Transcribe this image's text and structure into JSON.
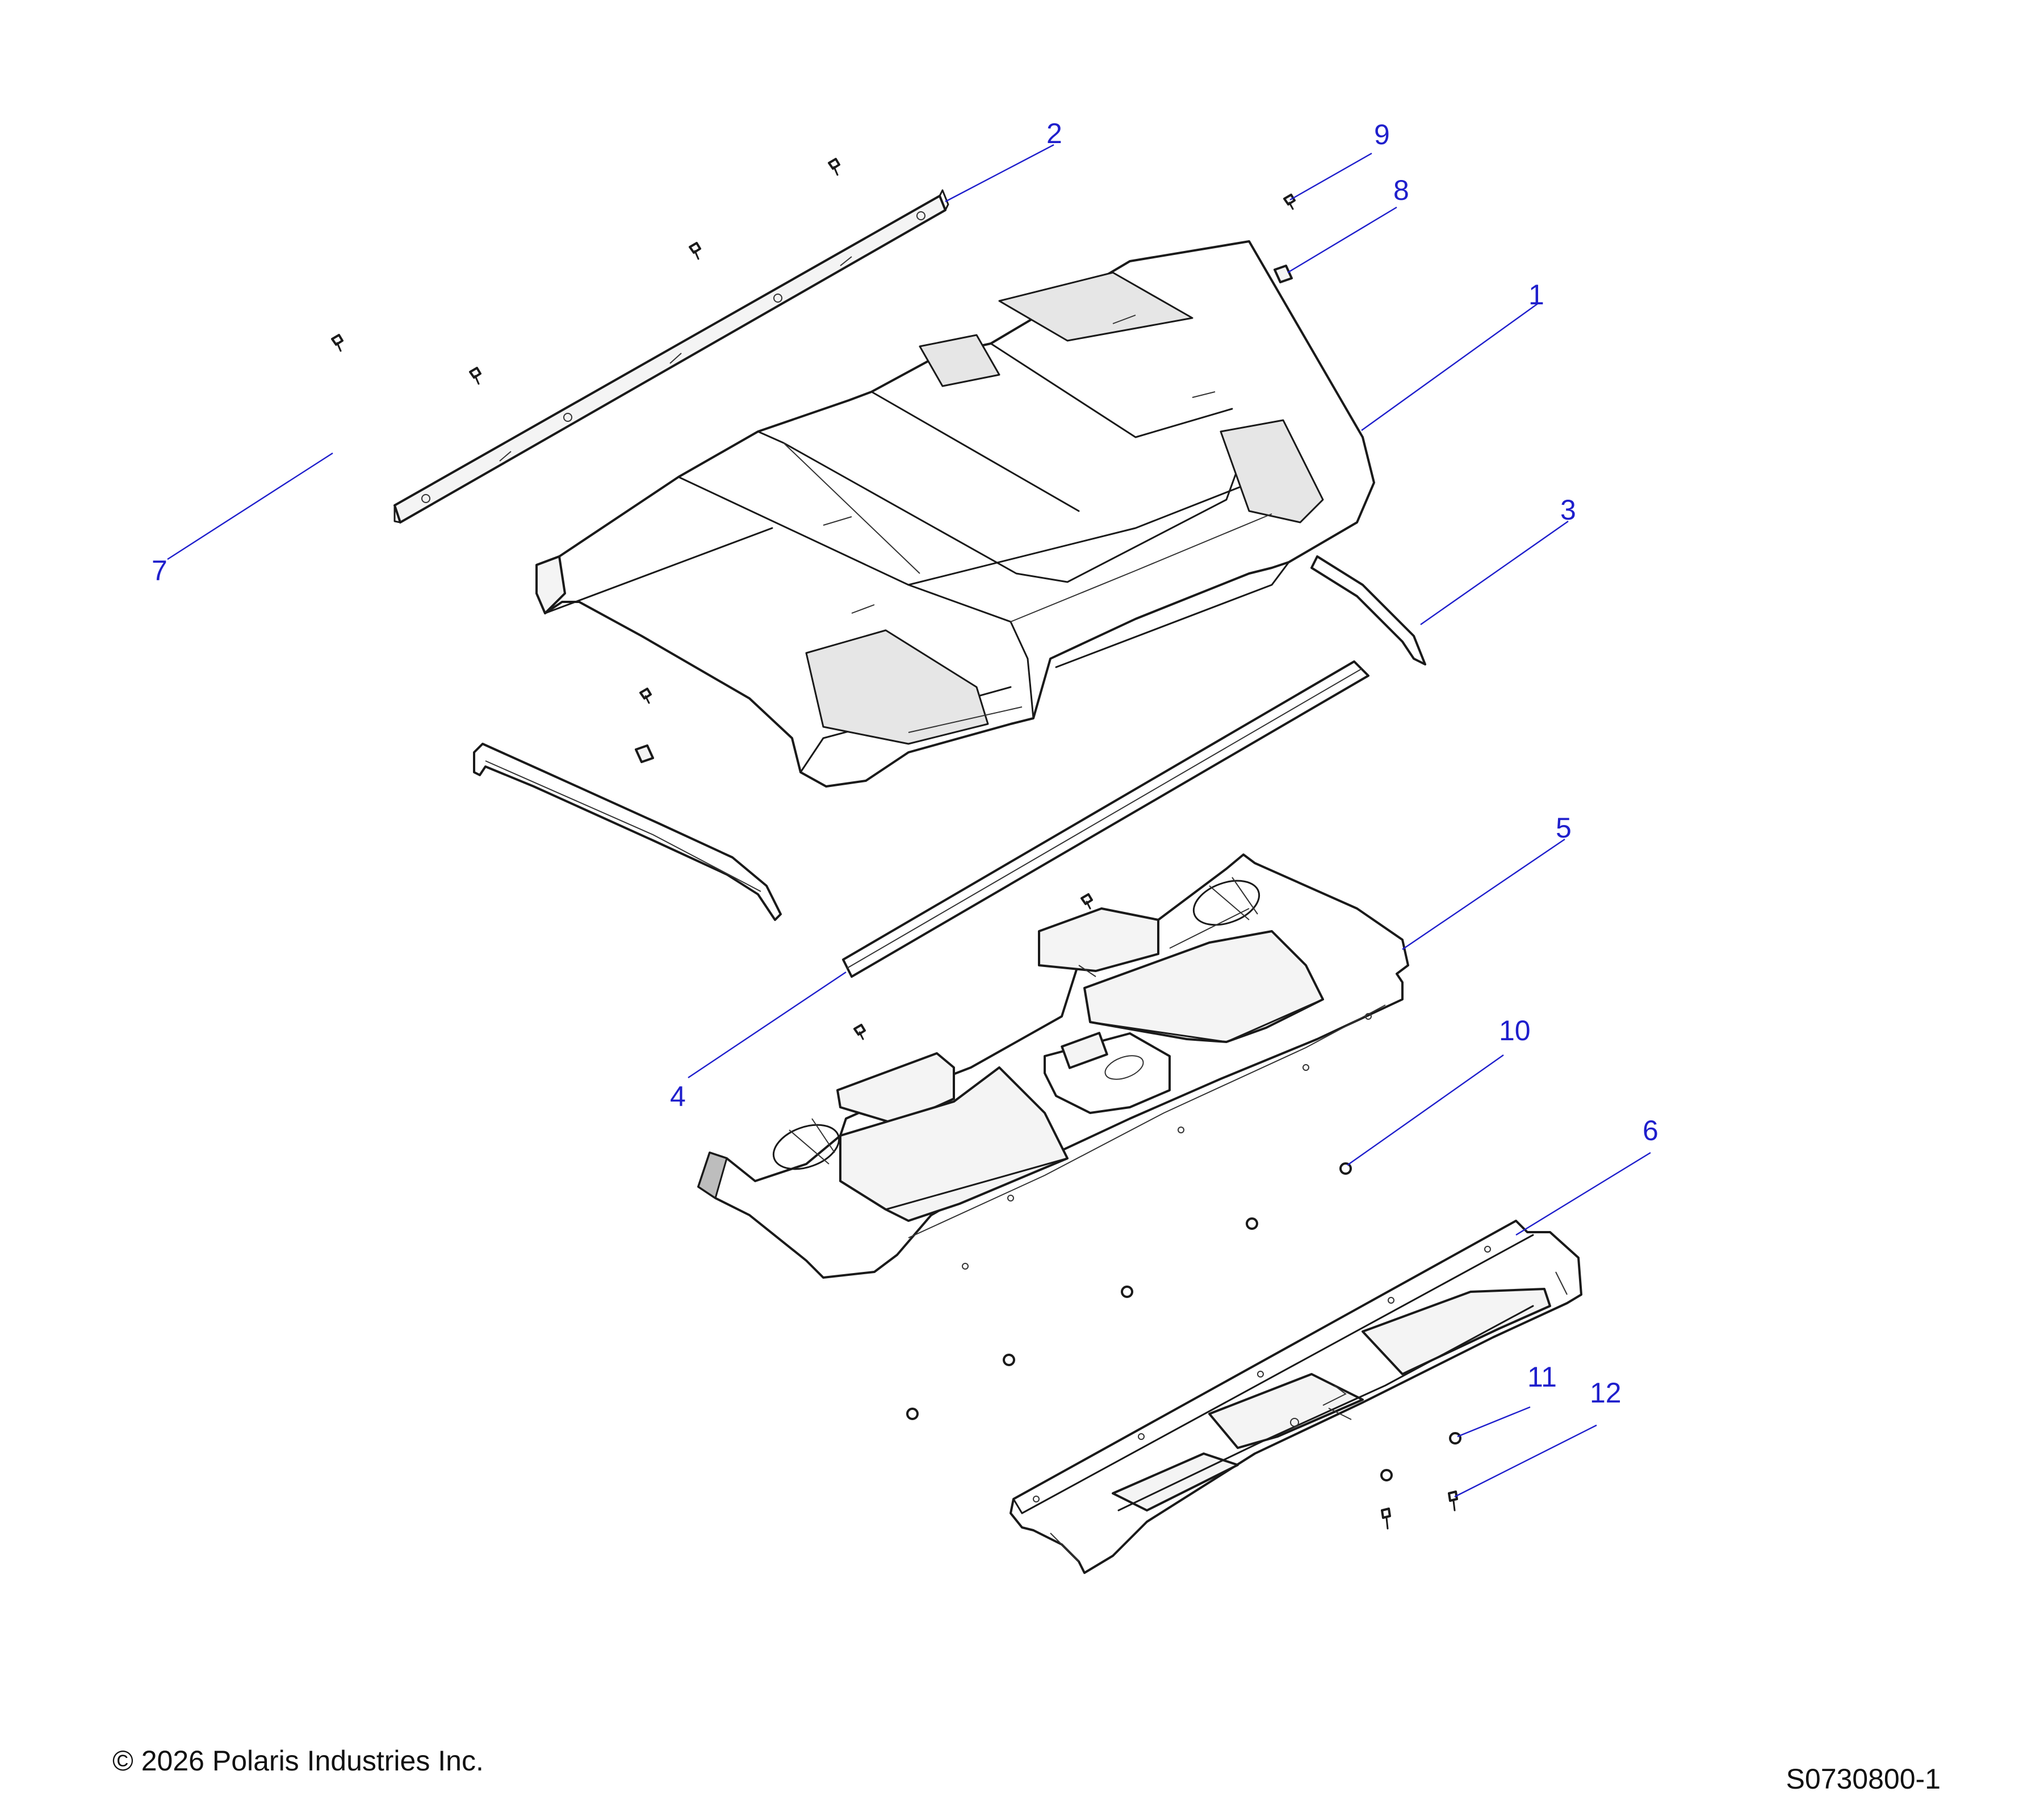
{
  "callouts": {
    "c1": "1",
    "c2": "2",
    "c3": "3",
    "c4": "4",
    "c5": "5",
    "c6": "6",
    "c7": "7",
    "c8": "8",
    "c9": "9",
    "c10": "10",
    "c11": "11",
    "c12": "12"
  },
  "footer": {
    "copyright": "© 2026 Polaris Industries Inc.",
    "drawing_number": "S0730800-1"
  },
  "colors": {
    "callout": "#1f1fcc",
    "line": "#1a1a1a"
  }
}
